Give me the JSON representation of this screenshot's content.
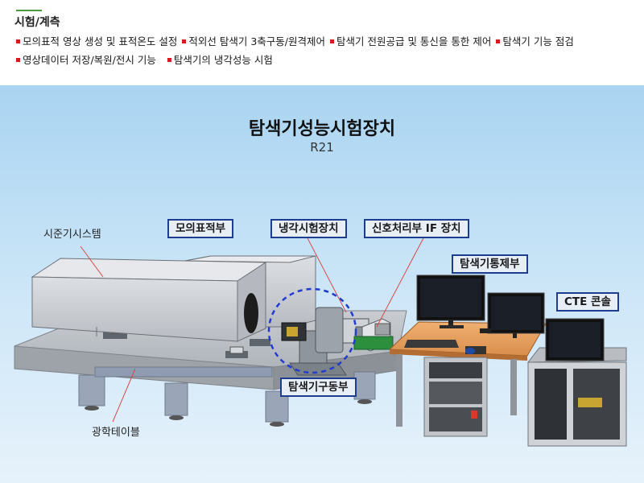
{
  "header": {
    "section_title": "시험/계측",
    "bullets": [
      "모의표적 영상 생성 및 표적온도 설정",
      "적외선 탐색기 3축구동/원격제어",
      "탐색기 전원공급 및 통신을 통한 제어",
      "탐색기 기능 점검",
      "영상데이터 저장/복원/전시 기능",
      "탐색기의 냉각성능 시험"
    ],
    "bullet_color": "#d41c1c"
  },
  "diagram": {
    "title": "탐색기성능시험장치",
    "subtitle": "R21",
    "labels": {
      "collimator": "시준기시스템",
      "optical_table": "광학테이블"
    },
    "tags": {
      "target": "모의표적부",
      "cooling": "냉각시험장치",
      "signal": "신호처리부 IF 장치",
      "control": "탐색기통제부",
      "cte": "CTE 콘솔",
      "drive": "탐색기구동부"
    },
    "tag_border_color": "#1d3d8f"
  }
}
